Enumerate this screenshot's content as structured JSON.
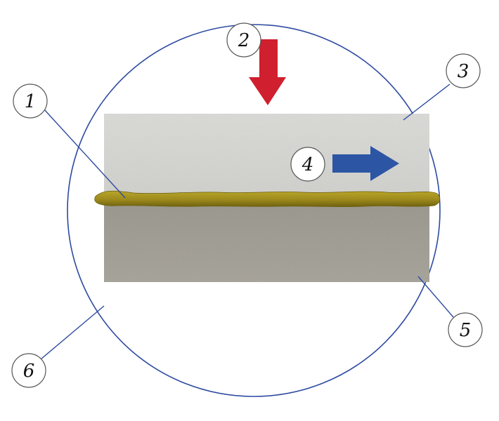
{
  "diagram": {
    "callouts": [
      {
        "id": "c1",
        "label": "1",
        "refers_to": "adhesive-layer"
      },
      {
        "id": "c2",
        "label": "2",
        "refers_to": "downward-force-arrow"
      },
      {
        "id": "c3",
        "label": "3",
        "refers_to": "upper-substrate"
      },
      {
        "id": "c4",
        "label": "4",
        "refers_to": "shear-force-arrow"
      },
      {
        "id": "c5",
        "label": "5",
        "refers_to": "lower-substrate"
      },
      {
        "id": "c6",
        "label": "6",
        "refers_to": "boundary-circle"
      }
    ],
    "colors": {
      "circle_outline": "#2d4aa0",
      "leader_line": "#2d4aa0",
      "upper_substrate": "#d9d9d6",
      "lower_substrate": "#a7a49b",
      "adhesive": "#a8951f",
      "adhesive_dark": "#6f6110",
      "downward_arrow": "#d01f2e",
      "shear_arrow": "#2c55a4",
      "callout_border": "#555555",
      "callout_fill": "#ffffff"
    }
  }
}
